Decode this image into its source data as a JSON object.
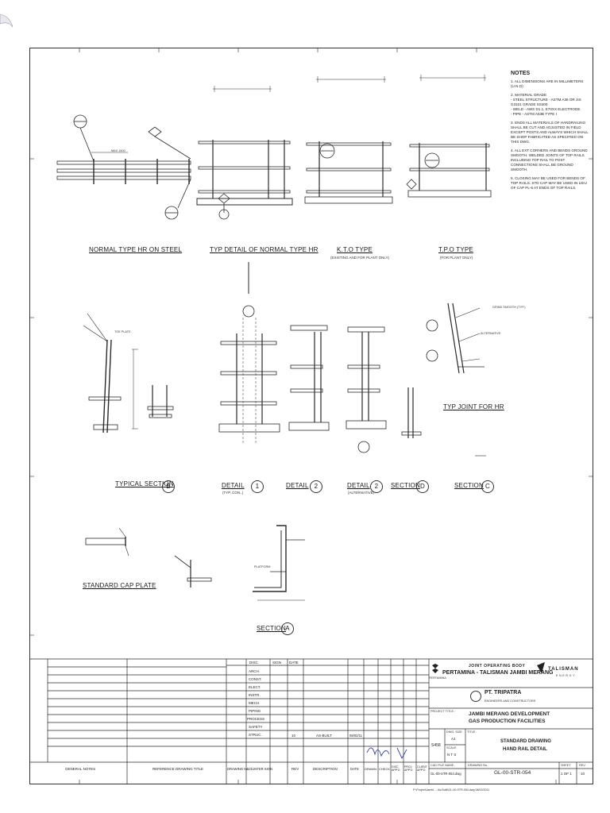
{
  "drawing_labels": {
    "normal_type": "NORMAL TYPE HR ON STEEL",
    "typ_detail": "TYP DETAIL OF NORMAL TYPE HR",
    "kto_type": "K.T.O TYPE",
    "kto_sub": "(EXISTING AND FOR PLANT ONLY)",
    "tpo_type": "T.P.O TYPE",
    "tpo_sub": "(FOR PLANT ONLY)",
    "typ_joint": "TYP JOINT FOR HR",
    "typical_section": "TYPICAL SECTION",
    "section_b": "B",
    "detail1": "DETAIL",
    "detail1_num": "1",
    "detail1_sub": "(TYP. CON..)",
    "detail2": "DETAIL",
    "detail2_num": "2",
    "detail2b": "DETAIL",
    "detail2b_num": "2",
    "detail2b_sub": "(ALTERNATIVE)",
    "section_d": "SECTION",
    "section_d_letter": "D",
    "section_c": "SECTION",
    "section_c_letter": "C",
    "std_cap": "STANDARD CAP PLATE",
    "section_a": "SECTION",
    "section_a_letter": "A"
  },
  "callouts": {
    "toe_plate": "TOE PLATE",
    "alternative": "ALTERNATIVE",
    "grind_smooth": "GRIND SMOOTH (TYP.)",
    "max_1500": "MAX 1500",
    "platform": "PLATFORM"
  },
  "notes": {
    "title": "NOTES",
    "items": [
      "1. ALL DIMENSIONS ARE IN MILLIMETERS (U.N.O)",
      "2. MATERIAL          GRADE",
      "   - STEEL STRUCTURE   - ASTM A36 OR JIS G3101 GRADE SS400",
      "   - WELD              - AWS D1.1, E70XX ELECTRODE",
      "   - PIPE              - ASTM A53B TYPE I",
      "3. ENDS ALL MATERIALS OF HANDRAILING SHALL BE CUT AND ADJUSTED IN FIELD EXCEPT POSTS AND ALWAYS WHICH SHALL BE SHOP FABRICATED AS SPECIFIED ON THIS DWG.",
      "4. ALL EXT CORNERS AND BENDS GROUND SMOOTH. WELDED JOINTS OF TOP RAILS INCLUDING TOP RAIL TO POST CONNECTIONS SHALL BE GROUND SMOOTH.",
      "5. CLOSING MAY BE USED FOR BENDS OF TOP RAILS. STD CAP MAY BE USED IN LIEU OF CAP PL-6 AT ENDS OF TOP RAILS."
    ]
  },
  "revision_table": {
    "disc_headers": [
      "DISC",
      "SIGN",
      "DATE"
    ],
    "disciplines": [
      "ARCH.",
      "CONST.",
      "ELECT.",
      "INSTR.",
      "MECH.",
      "PIPING",
      "PROCESS",
      "SAFETY",
      "STRUC."
    ],
    "col_headers": [
      "GENERAL NOTES",
      "REFERENCE DRAWING TITLE",
      "DRAWING No.",
      "COUNTER SIGN",
      "REV",
      "DESCRIPTION",
      "DATE",
      "DRAWN",
      "CHECK",
      "DISC APP'D",
      "PROJ APP'D",
      "CLIENT APP'D"
    ],
    "rev_row": {
      "rev": "10",
      "description": "AS-BUILT",
      "date": "08/02/11"
    }
  },
  "title_block": {
    "job": "JOINT OPERATING BODY",
    "jv": "PERTAMINA - TALISMAN JAMBI MERANG",
    "talisman": "TALISMAN",
    "talisman_sub": "ENERGY",
    "pertamina": "PERTAMINA",
    "contractor": "PT. TRIPATRA",
    "contractor_sub": "ENGINEERS AND CONSTRUCTORS",
    "project_label": "PROJECT TITLE :",
    "project1": "JAMBI MERANG DEVELOPMENT",
    "project2": "GAS PRODUCTION FACILITIES",
    "dwg_size_label": "DWG. SIZE",
    "dwg_size": "A1",
    "scale_label": "SCALE",
    "scale": "N T S",
    "title_label": "TITLE :",
    "title1": "STANDARD DRAWING",
    "title2": "HAND RAIL DETAIL",
    "job_no": "S458",
    "cad_file_label": "CAD FILE NAME :",
    "cad_file": "GL-00-STR-054.dwg",
    "drawing_no_label": "DRAWING No.",
    "drawing_no": "GL-00-STR-054",
    "sheet_label": "SHEET",
    "sheet": "1 OF 1",
    "rev_label": "REV.",
    "rev": "10"
  },
  "footer_path": "P:\\Project\\Jambi ... As-Built\\GL-00-STR-054.dwg  08/02/2011"
}
